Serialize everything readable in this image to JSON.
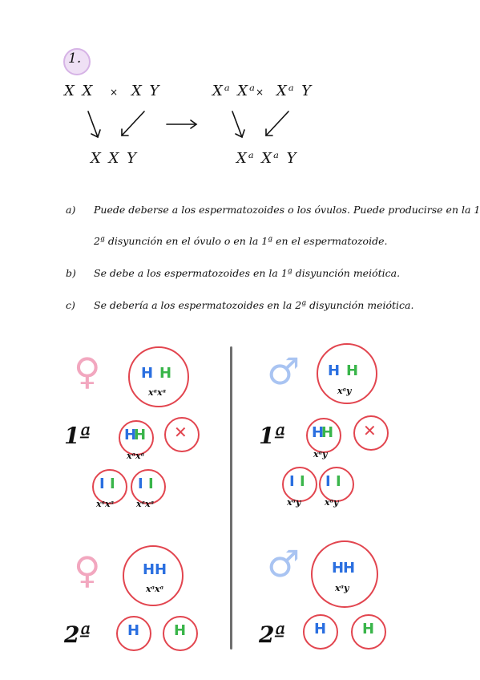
{
  "heading": {
    "number": "1."
  },
  "cross_left": {
    "female": "X X",
    "sign": "×",
    "male": "X Y",
    "offspring": "X X Y"
  },
  "cross_right": {
    "female": "Xᵃ Xᵃ",
    "sign": "×",
    "male": "Xᵃ Y",
    "offspring": "Xᵃ Xᵃ Y"
  },
  "answers": [
    {
      "label": "a)",
      "text": "Puede deberse a los espermatozoides o los óvulos. Puede producirse en la 1ª o"
    },
    {
      "label": "",
      "text": "2ª disyunción en el óvulo o en la 1ª en el espermatozoide."
    },
    {
      "label": "b)",
      "text": "Se debe a los espermatozoides en la 1ª disyunción meiótica."
    },
    {
      "label": "c)",
      "text": "Se debería a los espermatozoides en la 2ª disyunción meiótica."
    }
  ],
  "diagram": {
    "female_symbol": "♀",
    "male_symbol": "♂",
    "first_division": "1ª",
    "second_division": "2ª",
    "chrom_glyph": "H",
    "single_glyph": "I",
    "lost_glyph": "✕",
    "female_cell_label": "xᵃxᵃ",
    "male_cell_label": "xᵃy",
    "female_div1_gamete": "xᵃxᵃ",
    "male_div1_gamete": "xᵃy",
    "female_div1_daughters": [
      "xᵃxᵃ",
      "xᵃxᵃ"
    ],
    "male_div1_daughters": [
      "xᵃy",
      "xᵃy"
    ],
    "colors": {
      "cell_border": "#e2454f",
      "blue": "#2a6fe0",
      "green": "#39b54a",
      "female": "#f2a7bf",
      "male": "#a9c4f2"
    }
  }
}
